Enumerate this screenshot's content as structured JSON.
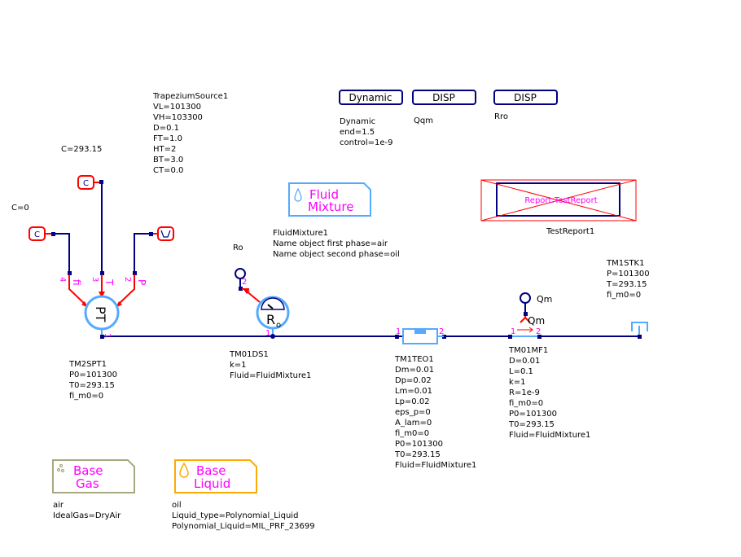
{
  "buttons": {
    "dynamic": "Dynamic",
    "disp1": "DISP",
    "disp2": "DISP"
  },
  "pt_symbol": "PT",
  "ro_symbol": "R",
  "ro_sub": "o",
  "sources": {
    "c_top": "C",
    "c_left": "C"
  },
  "port_labels": {
    "fi": "fi",
    "T": "T",
    "P": "P",
    "n4": "4",
    "n3": "3",
    "n2": "2",
    "n1_pt": "1",
    "n1_ds": "1",
    "n2_ds": "2",
    "n1_teo": "1",
    "n2_teo": "2",
    "n1_mf": "1",
    "n2_mf": "2",
    "qm_port": "Qm"
  },
  "qm_label": "Qm",
  "ro_label": "Ro",
  "fluid_mixture_box": {
    "line1": "Fluid",
    "line2": "Mixture"
  },
  "base_gas_box": {
    "line1": "Base",
    "line2": "Gas"
  },
  "base_liquid_box": {
    "line1": "Base",
    "line2": "Liquid"
  },
  "report_box": {
    "label": "Report:TestReport",
    "name": "TestReport1"
  },
  "blocks": {
    "trapezium": [
      "TrapeziumSource1",
      "VL=101300",
      "VH=103300",
      "D=0.1",
      "FT=1.0",
      "HT=2",
      "BT=3.0",
      "CT=0.0"
    ],
    "c_top": [
      "C=293.15"
    ],
    "c_left": [
      "C=0"
    ],
    "dynamic": [
      "Dynamic",
      "end=1.5",
      "control=1e-9"
    ],
    "disp1": [
      "Qqm"
    ],
    "disp2": [
      "Rro"
    ],
    "fluid_mixture": [
      "FluidMixture1",
      "Name object first phase=air",
      "Name object second phase=oil"
    ],
    "ro": [
      "Ro"
    ],
    "stack": [
      "TM1STK1",
      "P=101300",
      "T=293.15",
      "fi_m0=0"
    ],
    "pt": [
      "TM2SPT1",
      "P0=101300",
      "T0=293.15",
      "fi_m0=0"
    ],
    "ds": [
      "TM01DS1",
      "k=1",
      "Fluid=FluidMixture1"
    ],
    "teo": [
      "TM1TEO1",
      "Dm=0.01",
      "Dp=0.02",
      "Lm=0.01",
      "Lp=0.02",
      "eps_p=0",
      "A_lam=0",
      "fi_m0=0",
      "P0=101300",
      "T0=293.15",
      "Fluid=FluidMixture1"
    ],
    "mf": [
      "TM01MF1",
      "D=0.01",
      "L=0.1",
      "k=1",
      "R=1e-9",
      "fi_m0=0",
      "P0=101300",
      "T0=293.15",
      "Fluid=FluidMixture1"
    ],
    "gas": [
      "air",
      "IdealGas=DryAir"
    ],
    "liquid": [
      "oil",
      "Liquid_type=Polynomial_Liquid",
      "Polynomial_Liquid=MIL_PRF_23699"
    ]
  },
  "colors": {
    "wire": "#000080",
    "signal": "#ff0000",
    "component": "#55aaff",
    "label": "#ff00ff",
    "gas": "#a8a880",
    "liquid": "#ffaa00"
  }
}
